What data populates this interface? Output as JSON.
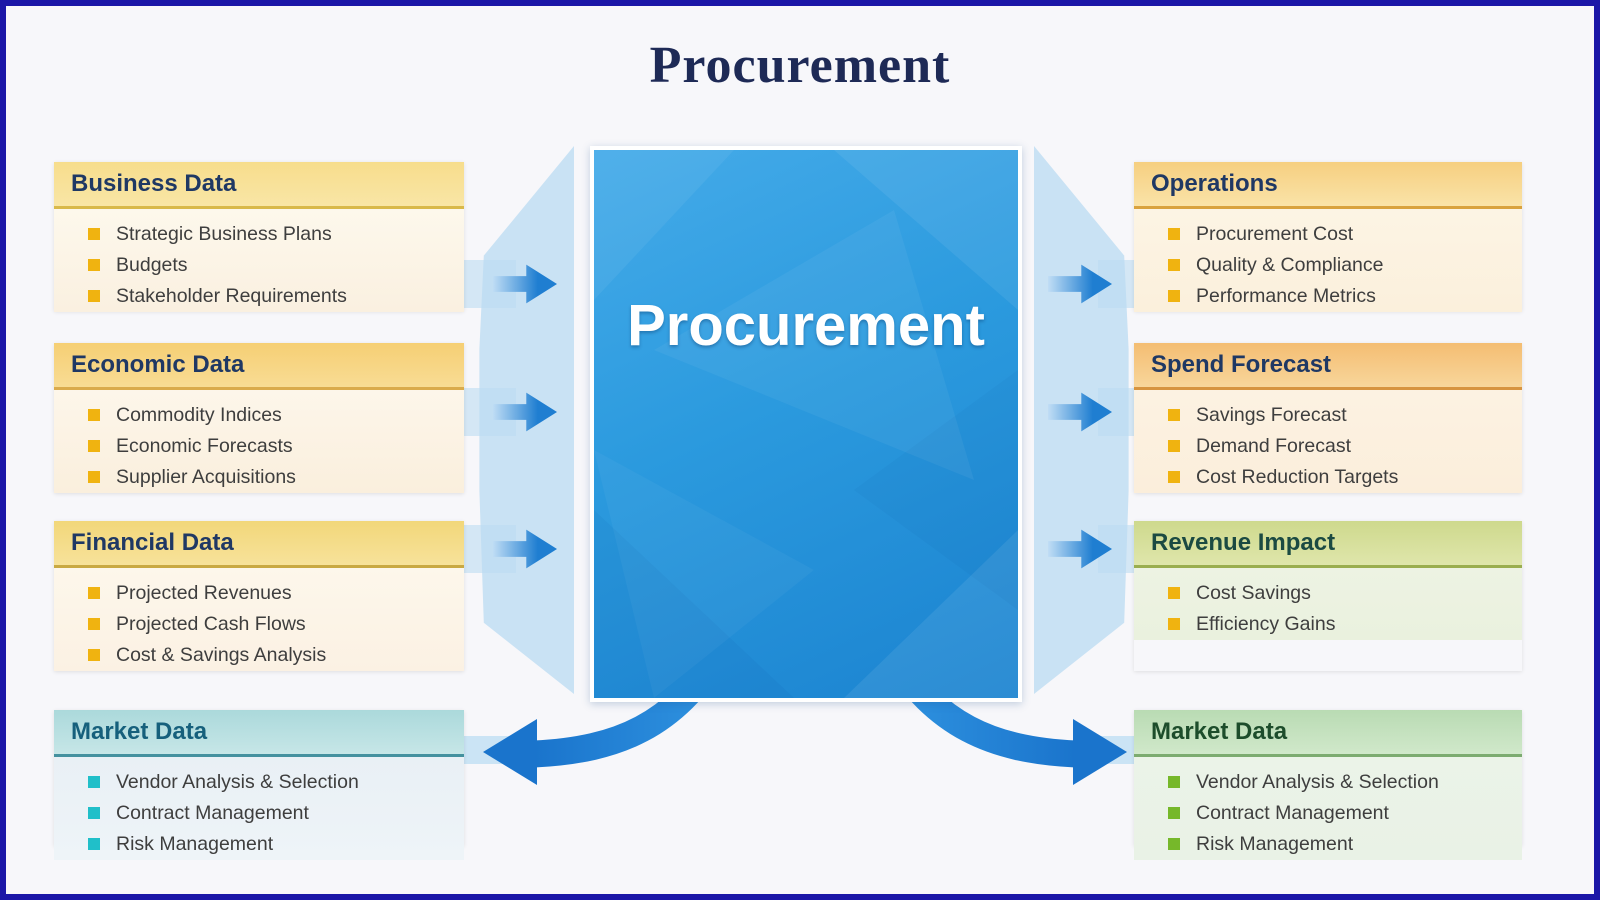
{
  "title": "Procurement",
  "center": {
    "label": "Procurement"
  },
  "left_boxes": [
    {
      "title": "Business Data",
      "items": [
        "Strategic Business Plans",
        "Budgets",
        "Stakeholder Requirements"
      ]
    },
    {
      "title": "Economic Data",
      "items": [
        "Commodity Indices",
        "Economic Forecasts",
        "Supplier Acquisitions"
      ]
    },
    {
      "title": "Financial Data",
      "items": [
        "Projected Revenues",
        "Projected Cash Flows",
        "Cost & Savings Analysis"
      ]
    },
    {
      "title": "Market Data",
      "items": [
        "Vendor Analysis & Selection",
        "Contract Management",
        "Risk Management"
      ]
    }
  ],
  "right_boxes": [
    {
      "title": "Operations",
      "items": [
        "Procurement Cost",
        "Quality & Compliance",
        "Performance Metrics"
      ]
    },
    {
      "title": "Spend Forecast",
      "items": [
        "Savings Forecast",
        "Demand Forecast",
        "Cost Reduction Targets"
      ]
    },
    {
      "title": "Revenue Impact",
      "items": [
        "Cost Savings",
        "Efficiency Gains"
      ]
    },
    {
      "title": "Market Data",
      "items": [
        "Vendor Analysis & Selection",
        "Contract Management",
        "Risk Management"
      ]
    }
  ],
  "colors": {
    "frame_border": "#1b16a7",
    "title_text": "#1e2a56",
    "center_blue": "#2196dd",
    "funnel_blue": "#c9e2f4",
    "arrow_blue": "#1f7ed1",
    "bullet_yellow": "#f0b310",
    "bullet_teal": "#20bfc9",
    "bullet_green": "#76b82a"
  }
}
